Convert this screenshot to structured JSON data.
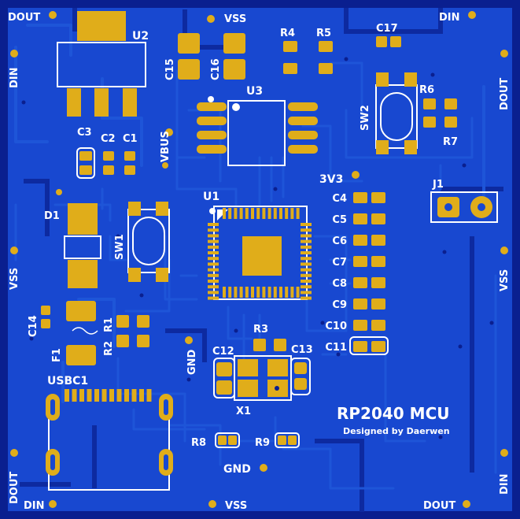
{
  "board": {
    "title": "RP2040 MCU",
    "credit": "Designed by Daerwen",
    "colors": {
      "copper_fill": "#1848d0",
      "substrate": "#0a1f8f",
      "pad": "#e0ad1a",
      "silkscreen": "#ffffff"
    }
  },
  "edge_labels": {
    "top_left": "DOUT",
    "top_center": "VSS",
    "top_right": "DIN",
    "left_top": "DIN",
    "left_middle": "VSS",
    "left_bottom": "DOUT",
    "right_top": "DOUT",
    "right_middle": "VSS",
    "right_bottom": "DIN",
    "bottom_left": "DIN",
    "bottom_center": "VSS",
    "bottom_right": "DOUT"
  },
  "components": {
    "u1": "U1",
    "u2": "U2",
    "u3": "U3",
    "sw1": "SW1",
    "sw2": "SW2",
    "x1": "X1",
    "d1": "D1",
    "f1": "F1",
    "j1": "J1",
    "usbc1": "USBC1",
    "r1": "R1",
    "r2": "R2",
    "r3": "R3",
    "r4": "R4",
    "r5": "R5",
    "r6": "R6",
    "r7": "R7",
    "r8": "R8",
    "r9": "R9",
    "c1": "C1",
    "c2": "C2",
    "c3": "C3",
    "c4": "C4",
    "c5": "C5",
    "c6": "C6",
    "c7": "C7",
    "c8": "C8",
    "c9": "C9",
    "c10": "C10",
    "c11": "C11",
    "c12": "C12",
    "c13": "C13",
    "c14": "C14",
    "c15": "C15",
    "c16": "C16",
    "c17": "C17"
  },
  "net_labels": {
    "vbus": "VBUS",
    "v3v3": "3V3",
    "gnd_center": "GND",
    "gnd_bottom": "GND"
  }
}
